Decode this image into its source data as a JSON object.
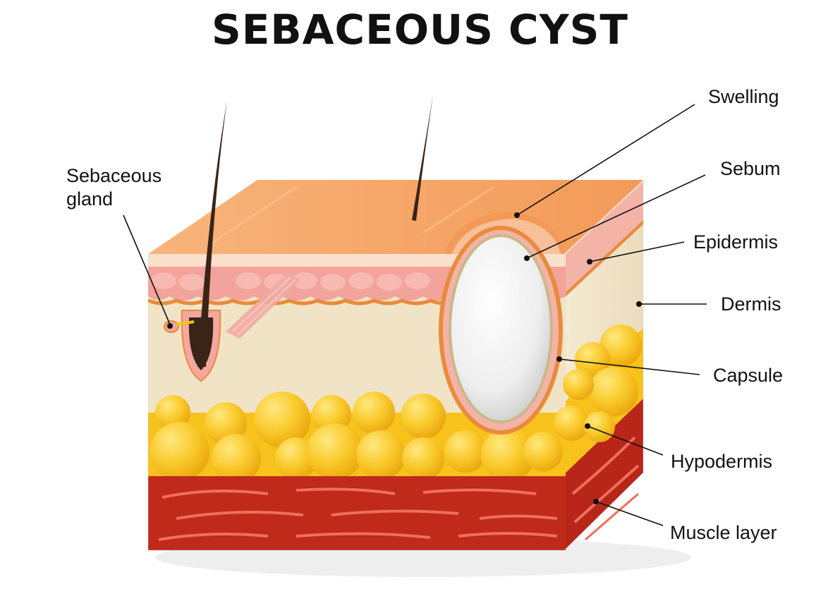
{
  "title": "SEBACEOUS CYST",
  "labels": {
    "sebaceous_gland_line1": "Sebaceous",
    "sebaceous_gland_line2": "gland",
    "swelling": "Swelling",
    "sebum": "Sebum",
    "epidermis": "Epidermis",
    "dermis": "Dermis",
    "capsule": "Capsule",
    "hypodermis": "Hypodermis",
    "muscle_layer": "Muscle layer"
  },
  "colors": {
    "skin_surface": "#f6a667",
    "epidermis": "#f2a39c",
    "dermis": "#f1e3c6",
    "fat": "#f7c21b",
    "muscle": "#c02a1a",
    "muscle_fiber": "#ef6f5a",
    "hair": "#3a2418",
    "sebum": "#f2f2f2",
    "capsule": "#e98a3c"
  }
}
